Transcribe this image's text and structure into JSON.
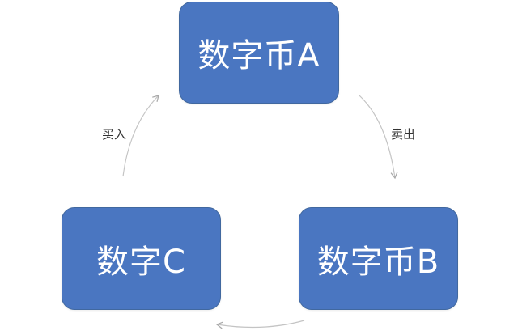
{
  "nodes": {
    "a": "数字币A",
    "b": "数字币B",
    "c": "数字C"
  },
  "edges": {
    "buy_label": "买入",
    "sell_label": "卖出"
  },
  "colors": {
    "node_fill": "#4a76c1",
    "node_text": "#ffffff",
    "arrow": "#b8b8b8",
    "label_text": "#333333"
  }
}
